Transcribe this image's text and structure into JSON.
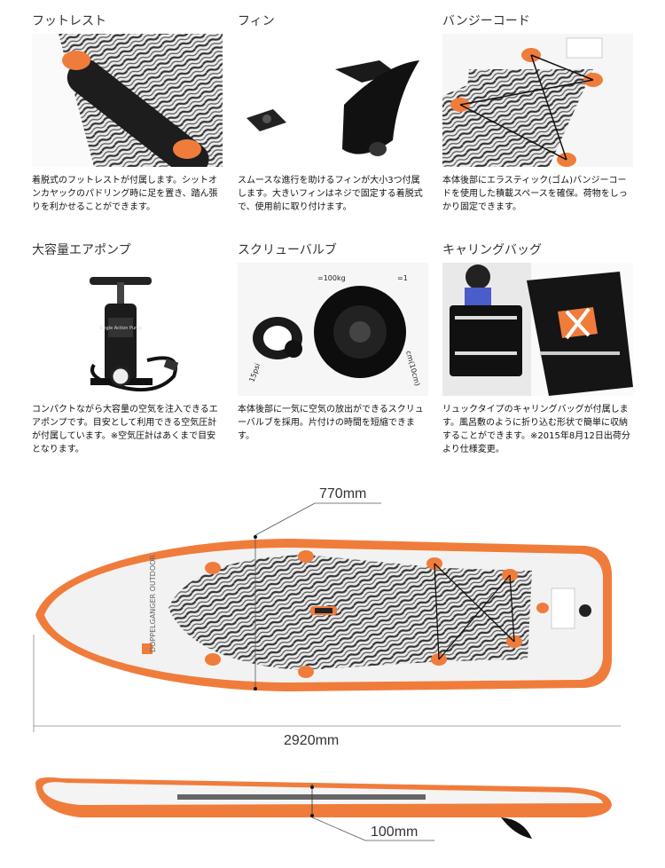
{
  "features": [
    {
      "title": "フットレスト",
      "text": "着脱式のフットレストが付属します。シットオンカヤックのパドリング時に足を置き、踏ん張りを利かせることができます。"
    },
    {
      "title": "フィン",
      "text": "スムースな進行を助けるフィンが大小3つ付属します。大きいフィンはネジで固定する着脱式で、使用前に取り付けます。"
    },
    {
      "title": "バンジーコード",
      "text": "本体後部にエラスティック(ゴム)バンジーコードを使用した積載スペースを確保。荷物をしっかり固定できます。"
    },
    {
      "title": "大容量エアポンプ",
      "text": "コンパクトながら大容量の空気を注入できるエアポンプです。目安として利用できる空気圧計が付属しています。※空気圧計はあくまで目安となります。"
    },
    {
      "title": "スクリューバルブ",
      "text": "本体後部に一気に空気の放出ができるスクリューバルブを採用。片付けの時間を短縮できます。"
    },
    {
      "title": "キャリングバッグ",
      "text": "リュックタイプのキャリングバッグが付属します。風呂敷のように折り込む形状で簡単に収納することができます。※2015年8月12日出荷分より仕様変更。"
    }
  ],
  "valve_label": "=100kg",
  "valve_label2": "=1",
  "valve_side": "15psi",
  "valve_side2": "cm(10cm)",
  "pump_brand": "Single Action Pump",
  "brand_logo": "DOPPELGANGER OUTDOOR",
  "dimensions": {
    "width": "770mm",
    "length": "2920mm",
    "thickness": "100mm"
  },
  "colors": {
    "accent": "#f07c3c",
    "deck": "#555555"
  }
}
